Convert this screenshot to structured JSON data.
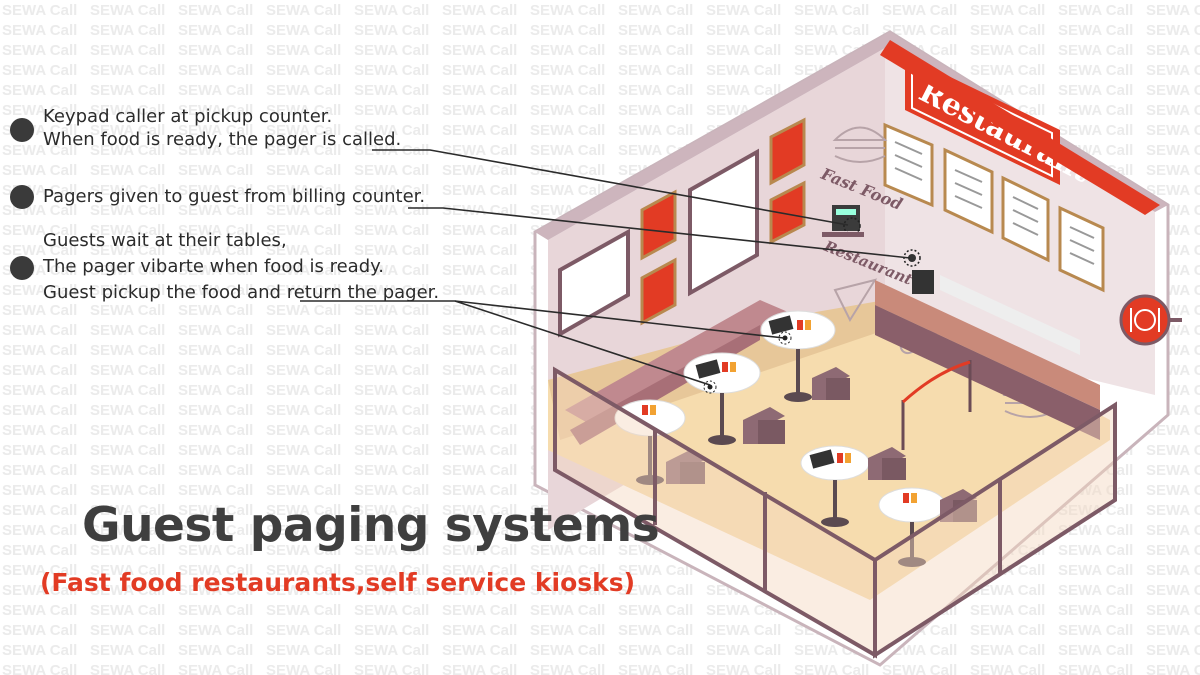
{
  "watermark": {
    "text": "SEWA Call"
  },
  "callouts": [
    {
      "lines": [
        "Keypad caller at pickup counter.",
        "When food is ready, the pager is called."
      ],
      "icon": "bullet-dot"
    },
    {
      "lines": [
        "Pagers given to guest from billing counter."
      ],
      "icon": "bullet-dot"
    },
    {
      "lines": [
        "Guests wait at their tables,",
        "The pager vibarte when food is ready.",
        "Guest pickup the food and return the pager."
      ],
      "icon": "bullet-dot"
    }
  ],
  "illustration": {
    "sign_text": "Restaurant",
    "wall_text_1": "Fast Food",
    "wall_text_2": "Restaurant",
    "icons": [
      "restaurant-sign-icon",
      "keypad-caller-icon",
      "pager-icon",
      "burger-icon",
      "pizza-icon",
      "hotdog-icon",
      "plate-fork-knife-icon"
    ]
  },
  "headline": "Guest paging systems",
  "subheadline": "(Fast food restaurants,self service kiosks)",
  "colors": {
    "accent_red": "#e23b24",
    "wall_pink": "#ead9db",
    "floor": "#f6dcae",
    "frame_dark": "#7d5a66",
    "text_dark": "#3f3f3f"
  }
}
